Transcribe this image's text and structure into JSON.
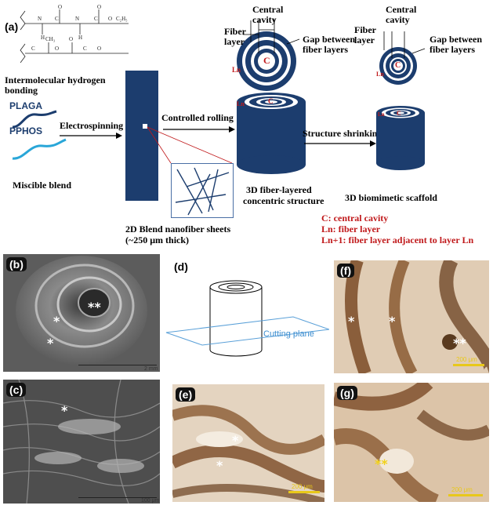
{
  "panel_a": {
    "letter": "(a)",
    "hbond": "Intermolecular hydrogen bonding",
    "plaga": "PLAGA",
    "pphos": "PPHOS",
    "miscible": "Miscible blend",
    "electrospinning": "Electrospinning",
    "controlled_rolling": "Controlled rolling",
    "structure_shrinking": "Structure shrinking",
    "sheet_label_1": "2D Blend nanofiber sheets",
    "sheet_label_2": "(~250 μm thick)",
    "fiber_struct_1": "3D fiber-layered",
    "fiber_struct_2": "concentric structure",
    "biomimetic": "3D biomimetic scaffold",
    "fiber_layer": "Fiber layer",
    "central_cavity": "Central cavity",
    "gap_label": "Gap between fiber layers",
    "c_letter": "C",
    "ln_label": "Ln",
    "ln1_label": "Ln+1",
    "legend_c": "C: central cavity",
    "legend_ln": "Ln: fiber layer",
    "legend_ln1": "Ln+1: fiber layer adjacent to layer Ln",
    "colors": {
      "navy": "#1c3d6e",
      "red": "#c0181a",
      "plaga_line": "#1c3d6e",
      "pphos_line": "#29a6d8"
    }
  },
  "panel_b": {
    "letter": "(b)",
    "scale": "2 mm"
  },
  "panel_c": {
    "letter": "(c)",
    "scale": "100 μm"
  },
  "panel_d": {
    "letter": "(d)",
    "cutting_plane": "Cutting plane"
  },
  "panel_e": {
    "letter": "(e)",
    "scale": "200 μm"
  },
  "panel_f": {
    "letter": "(f)",
    "scale": "200 μm"
  },
  "panel_g": {
    "letter": "(g)",
    "scale": "200 μm"
  },
  "markers": {
    "single": "*",
    "double": "**"
  }
}
